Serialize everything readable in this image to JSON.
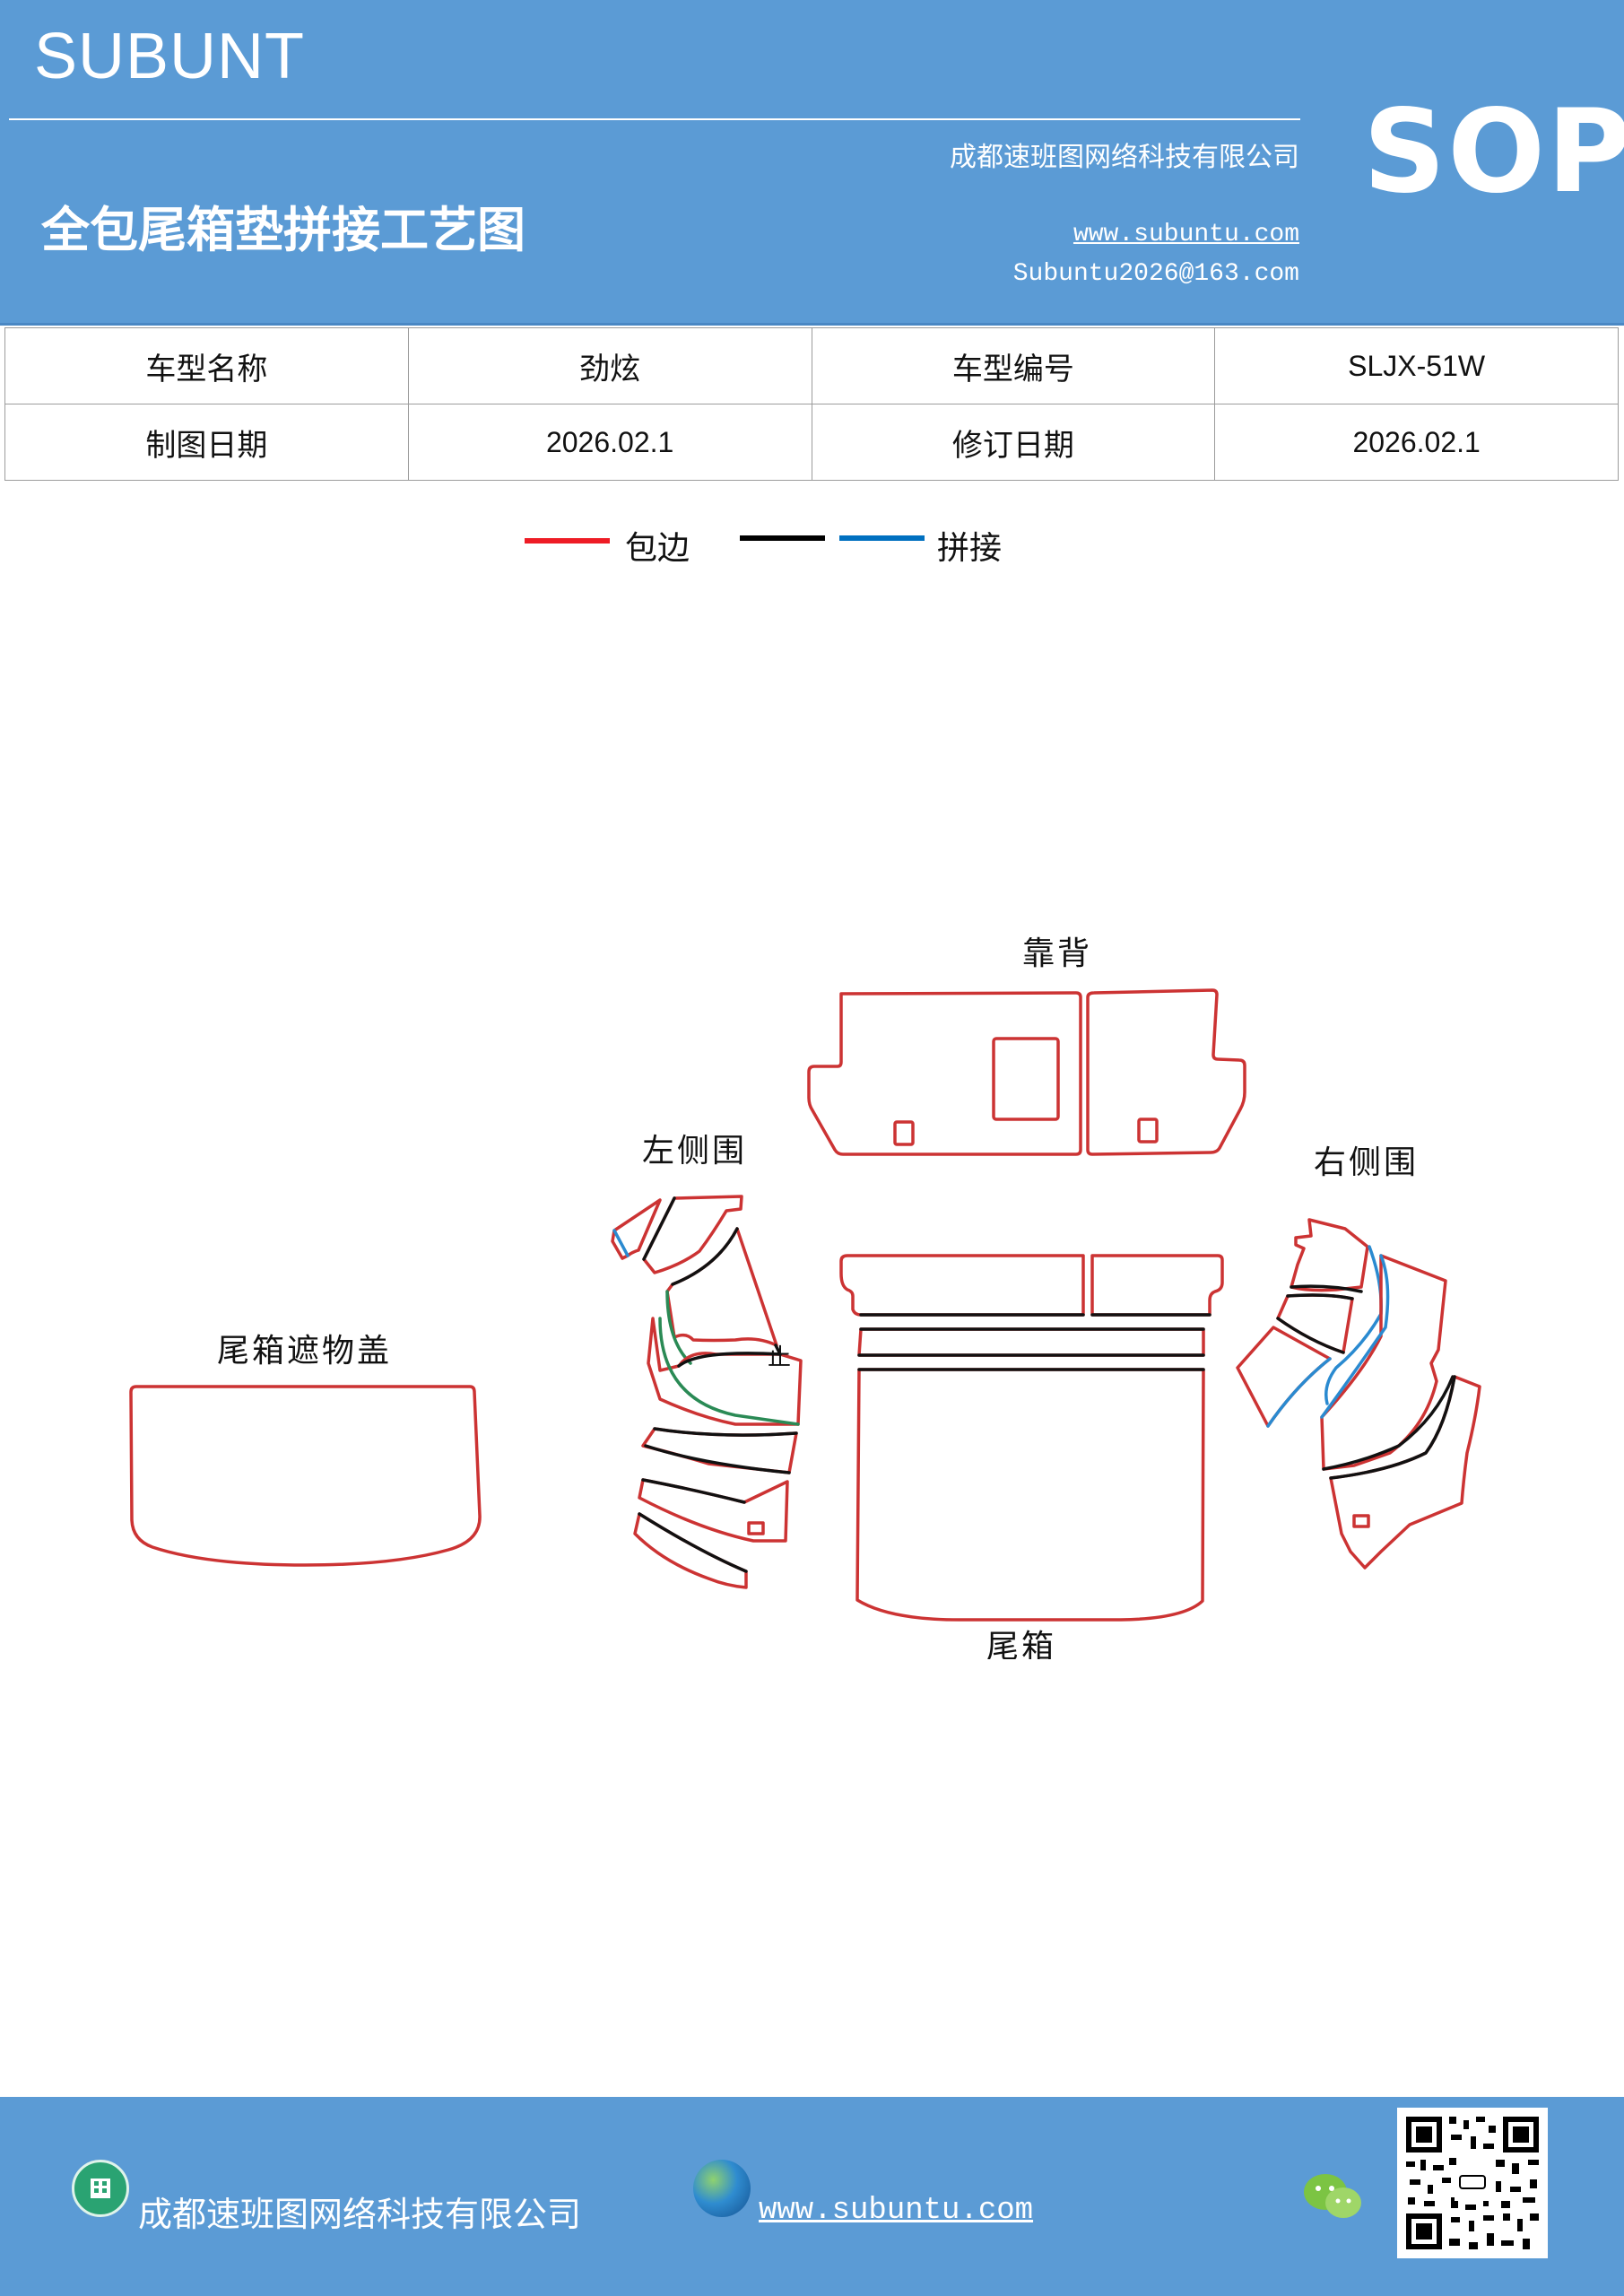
{
  "header": {
    "brand": "SUBUNT",
    "company": "成都速班图网络科技有限公司",
    "title": "全包尾箱垫拼接工艺图",
    "website": "www.subuntu.com",
    "email": "Subuntu2026@163.com",
    "badge": "SOP"
  },
  "info_table": {
    "rows": [
      [
        "车型名称",
        "劲炫",
        "车型编号",
        "SLJX-51W"
      ],
      [
        "制图日期",
        "2026.02.1",
        "修订日期",
        "2026.02.1"
      ]
    ]
  },
  "legend": {
    "items": [
      {
        "label": "包边",
        "color": "#ee1c25"
      },
      {
        "label": "",
        "color": "#000000"
      },
      {
        "label": "拼接",
        "color": "#0070c0"
      }
    ]
  },
  "diagram": {
    "labels": {
      "backrest": "靠背",
      "left_side": "左侧围",
      "right_side": "右侧围",
      "cover": "尾箱遮物盖",
      "trunk": "尾箱",
      "mark": "止"
    },
    "colors": {
      "edge": "#cc3333",
      "seam_black": "#111111",
      "seam_blue": "#2a8ad0",
      "seam_green": "#2a8a55"
    }
  },
  "footer": {
    "company": "成都速班图网络科技有限公司",
    "website": "www.subuntu.com",
    "icons": [
      "building-icon",
      "globe-icon",
      "wechat-icon",
      "qr-code"
    ]
  }
}
